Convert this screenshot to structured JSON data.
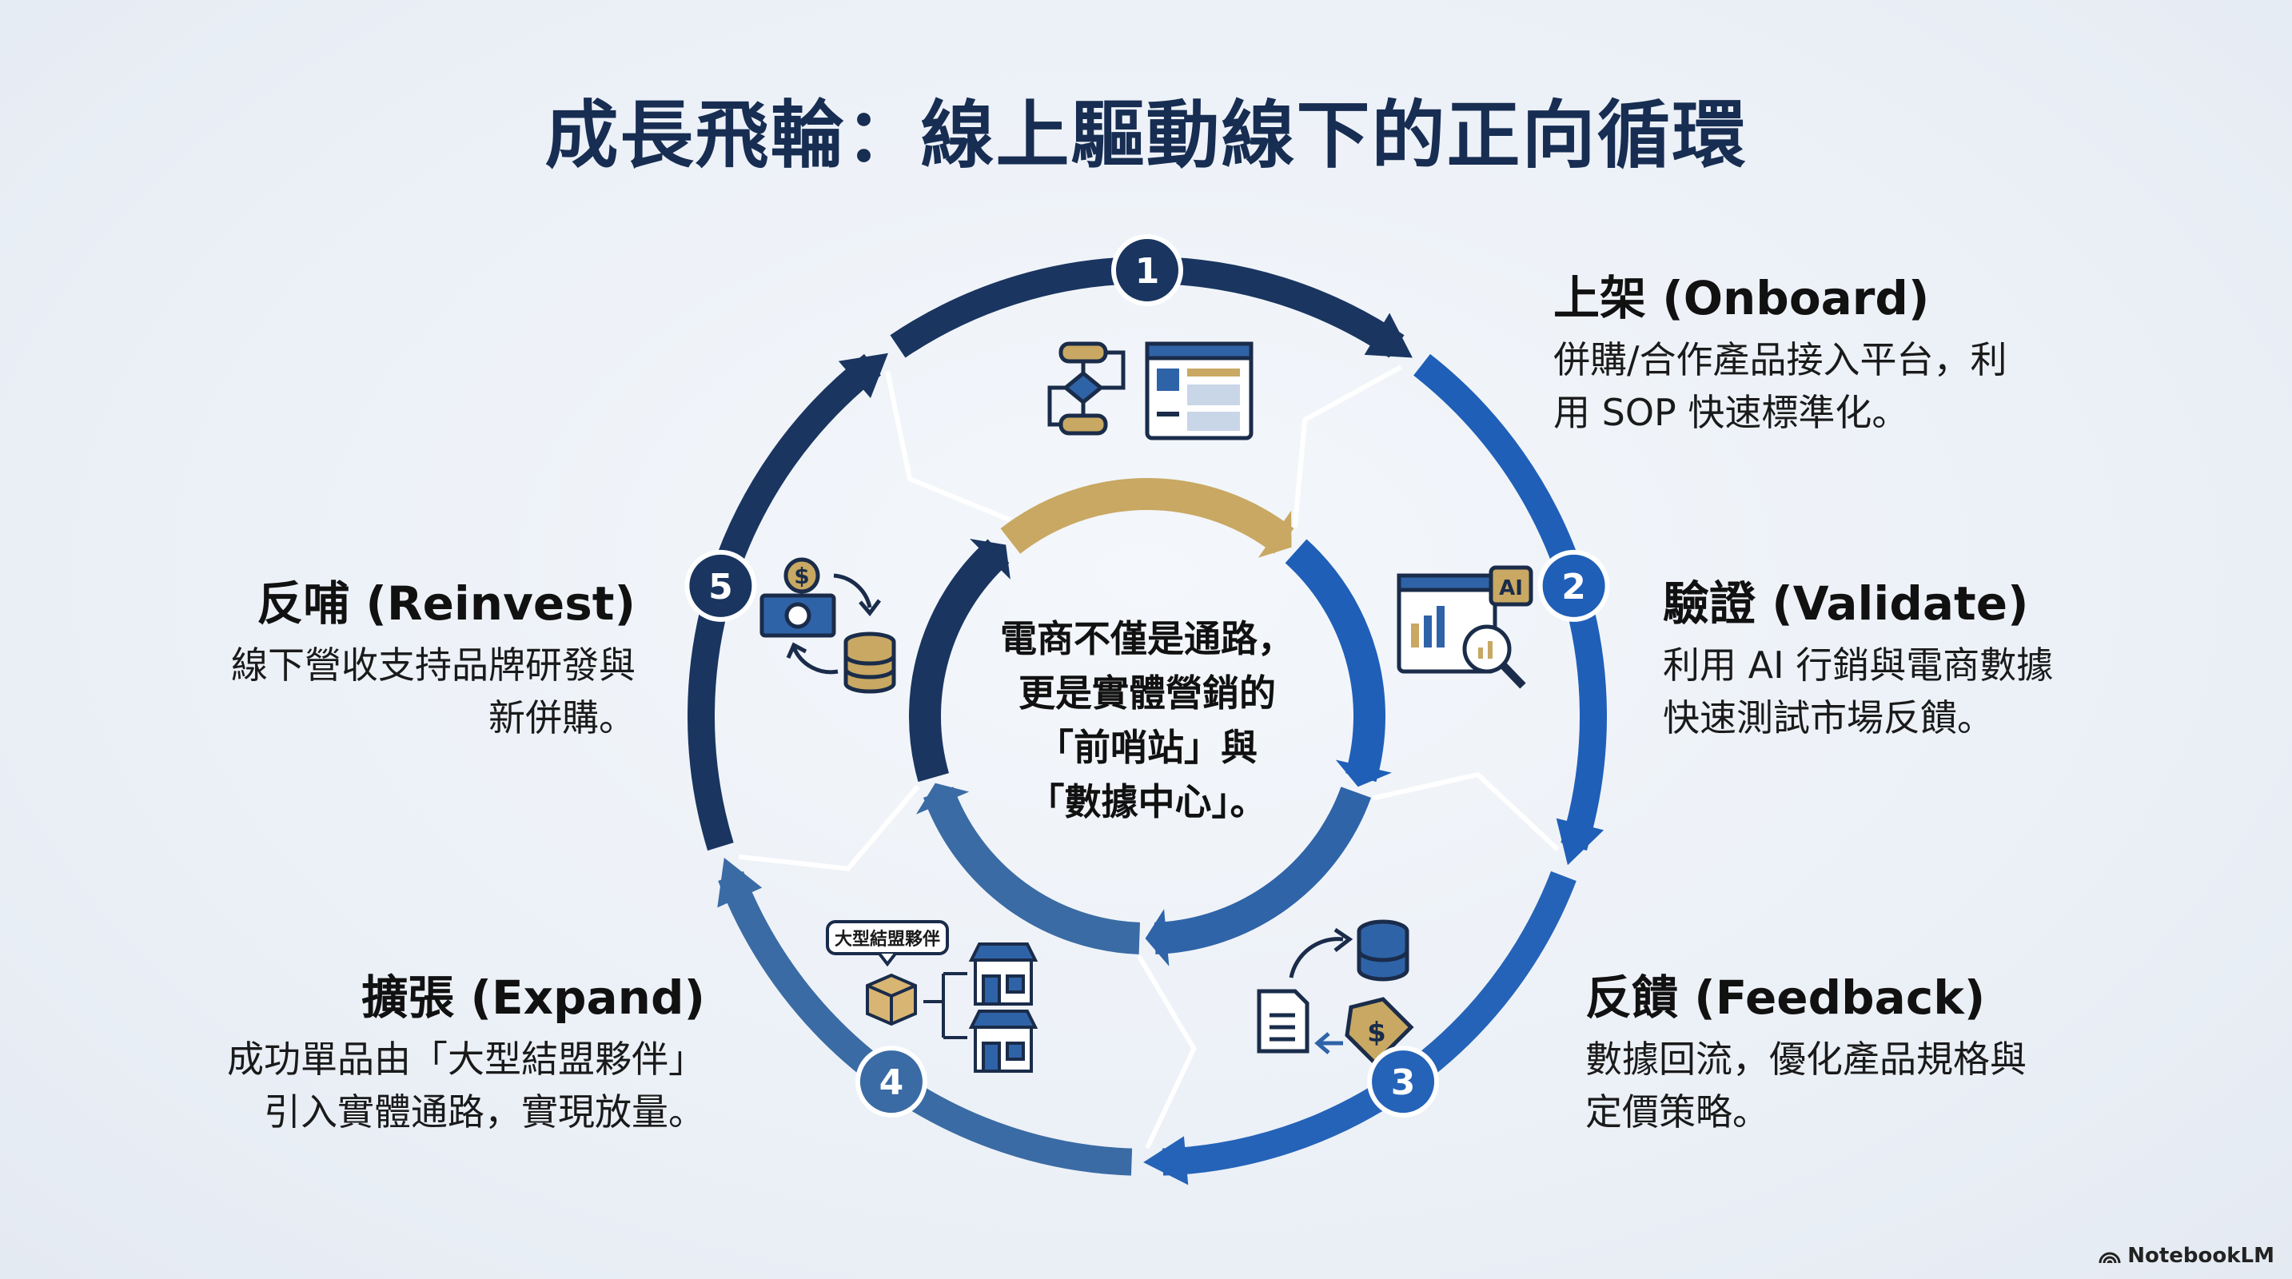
{
  "title": "成長飛輪：線上驅動線下的正向循環",
  "center": {
    "lines": [
      "電商不僅是通路，",
      "更是實體營銷的",
      "「前哨站」與",
      "「數據中心」。"
    ]
  },
  "steps": [
    {
      "number": "1",
      "heading": "上架 (Onboard)",
      "desc": [
        "併購/合作產品接入平台，利",
        "用 SOP 快速標準化。"
      ],
      "icon": "flowchart-dashboard-icon"
    },
    {
      "number": "2",
      "heading": "驗證 (Validate)",
      "desc": [
        "利用 AI 行銷與電商數據",
        "快速測試市場反饋。"
      ],
      "icon": "ai-analytics-icon"
    },
    {
      "number": "3",
      "heading": "反饋 (Feedback)",
      "desc": [
        "數據回流，優化產品規格與",
        "定價策略。"
      ],
      "icon": "data-pricing-icon"
    },
    {
      "number": "4",
      "heading": "擴張 (Expand)",
      "desc": [
        "成功單品由「大型結盟夥伴」",
        "引入實體通路，實現放量。"
      ],
      "icon": "stores-expansion-icon",
      "bubble": "大型結盟夥伴"
    },
    {
      "number": "5",
      "heading": "反哺 (Reinvest)",
      "desc": [
        "線下營收支持品牌研發與",
        "新併購。"
      ],
      "icon": "money-cycle-icon"
    }
  ],
  "colors": {
    "navy": "#1a3560",
    "blue": "#1f5fb8",
    "steel": "#3a6ba4",
    "gold": "#c8a862",
    "title": "#172d52"
  },
  "watermark": "NotebookLM"
}
